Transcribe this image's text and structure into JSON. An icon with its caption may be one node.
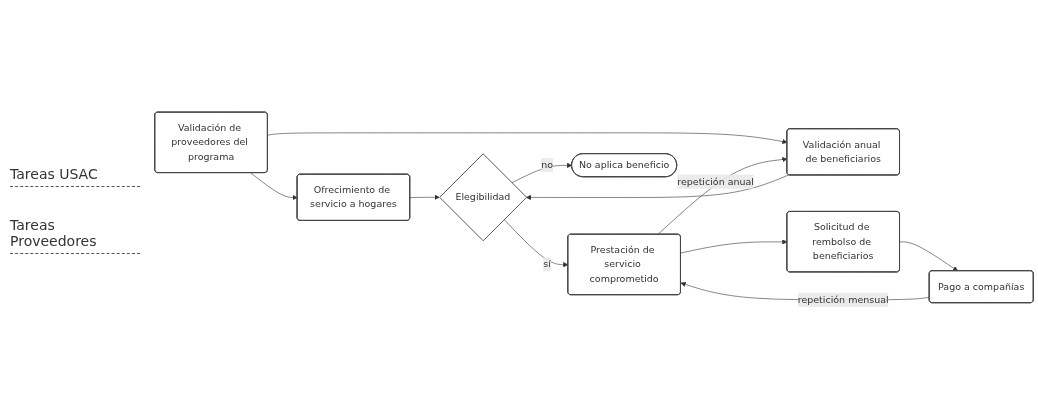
{
  "diagram": {
    "nodes": [
      {
        "text": [
          "Validación de proveedores del programa"
        ]
      },
      {
        "text": [
          "Pago a compañías"
        ]
      },
      {
        "text": [
          "Ofrecimiento de servicio a hogares"
        ]
      },
      {
        "text": [
          "Validación anual de beneficiarios"
        ]
      },
      {
        "text": [
          "Elegibilidad"
        ]
      },
      {
        "text": [
          "Prestación de servicio comprometido"
        ]
      },
      {
        "text": [
          "Solicitud de rembolso de beneficiarios"
        ]
      },
      {
        "text": [
          "No aplica beneficio"
        ]
      }
    ],
    "edges": [
      {
        "from": 0,
        "to": 2,
        "arrow": "to"
      },
      {
        "from": 0,
        "to": 3,
        "arrow": "to"
      },
      {
        "from": 2,
        "to": 4,
        "arrow": "to"
      },
      {
        "from": 3,
        "to": 4,
        "arrow": "to"
      },
      {
        "from": 4,
        "to": 5,
        "label": "sí",
        "arrow": "to"
      },
      {
        "from": 4,
        "to": 7,
        "label": "no",
        "arrow": "to"
      },
      {
        "from": 5,
        "to": 6,
        "arrow": "to"
      },
      {
        "from": 6,
        "to": 1,
        "arrow": "to"
      },
      {
        "from": 1,
        "to": 5,
        "label": "repetición mensual",
        "arrow": "to"
      },
      {
        "from": 5,
        "to": 3,
        "label": "repetición anual",
        "arrow": "to"
      }
    ],
    "labels": [
      "Tareas USAC",
      "Tareas Proveedores"
    ]
  }
}
